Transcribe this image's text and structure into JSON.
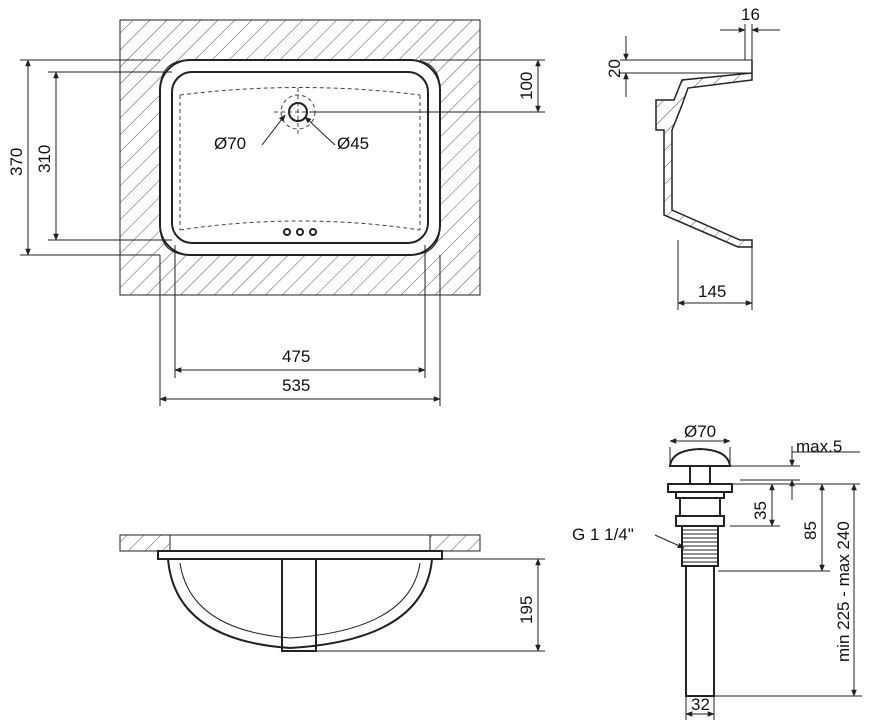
{
  "colors": {
    "line": "#222222",
    "hatch": "#555555",
    "background": "#ffffff"
  },
  "top_view": {
    "dim_width_inner": "475",
    "dim_width_outer": "535",
    "dim_height_outer": "370",
    "dim_height_inner": "310",
    "dim_drain_offset": "100",
    "dim_drain_outer": "Ø70",
    "dim_drain_inner": "Ø45"
  },
  "side_section": {
    "dim_rim_thickness": "16",
    "dim_rim_height": "20",
    "dim_depth": "145"
  },
  "front_view": {
    "dim_depth": "195"
  },
  "drain": {
    "dim_cap_diameter": "Ø70",
    "dim_cap_height": "max.5",
    "dim_thread_len": "35",
    "dim_body_len": "85",
    "dim_total_len": "min 225 - max 240",
    "thread_label": "G 1 1/4\"",
    "dim_pipe_diameter": "32"
  }
}
